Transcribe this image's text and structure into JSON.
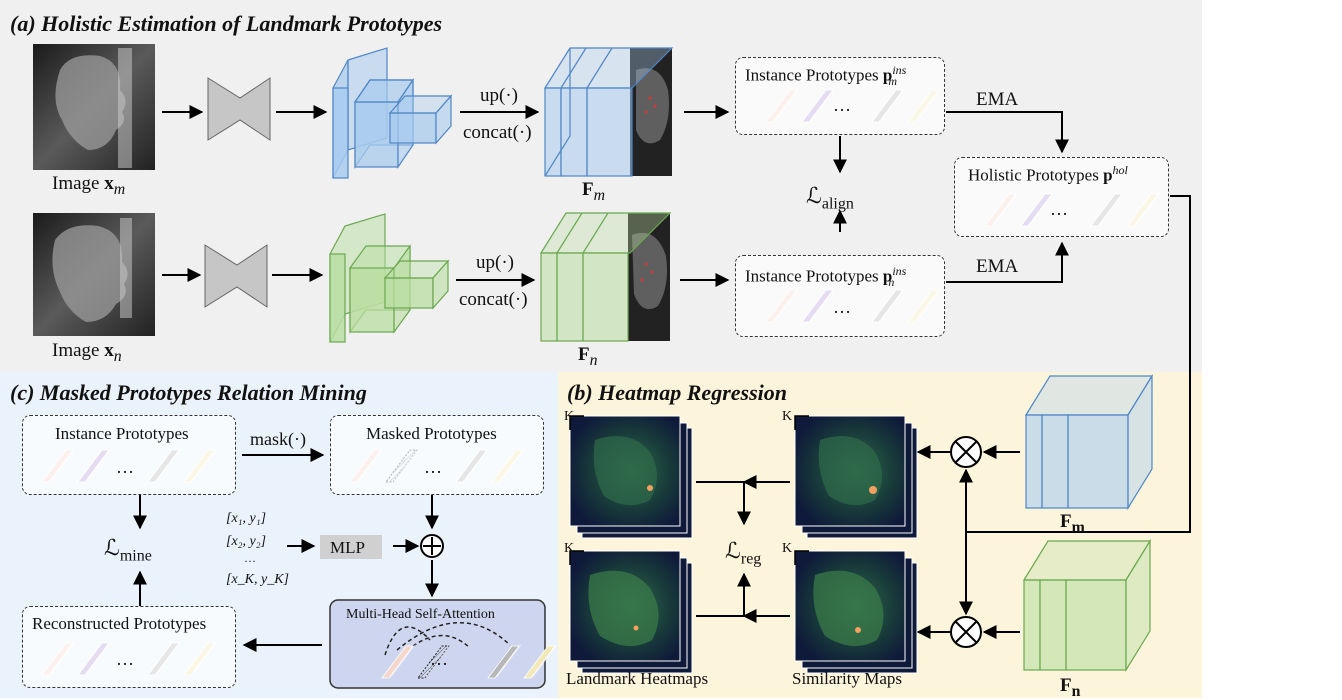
{
  "panels": {
    "a_title": "(a) Holistic Estimation of Landmark Prototypes",
    "b_title": "(b) Heatmap Regression",
    "c_title": "(c) Masked Prototypes Relation Mining"
  },
  "a": {
    "image_m_label": "Image",
    "image_m_var": "x",
    "image_m_sub": "m",
    "image_n_label": "Image",
    "image_n_var": "x",
    "image_n_sub": "n",
    "up_m": "up(·)",
    "concat_m": "concat(·)",
    "up_n": "up(·)",
    "concat_n": "concat(·)",
    "feat_m_var": "F",
    "feat_m_sub": "m",
    "feat_n_var": "F",
    "feat_n_sub": "n",
    "inst_m_label": "Instance Prototypes",
    "inst_m_var": "p",
    "inst_m_sub": "m",
    "inst_m_sup": "ins",
    "inst_n_label": "Instance Prototypes",
    "inst_n_var": "p",
    "inst_n_sub": "n",
    "inst_n_sup": "ins",
    "holistic_label": "Holistic Prototypes",
    "holistic_var": "p",
    "holistic_sup": "hol",
    "ema_top": "EMA",
    "ema_bottom": "EMA",
    "align_loss": "ℒ",
    "align_sub": "align",
    "ellipsis": "…"
  },
  "b": {
    "k1": "K",
    "k2": "K",
    "k3": "K",
    "k4": "K",
    "reg_loss": "ℒ",
    "reg_sub": "reg",
    "landmark_heatmaps": "Landmark Heatmaps",
    "similarity_maps": "Similarity Maps",
    "feat_m_var": "F",
    "feat_m_sub": "m",
    "feat_n_var": "F",
    "feat_n_sub": "n"
  },
  "c": {
    "instance_label": "Instance Prototypes",
    "mask_op": "mask(·)",
    "masked_label": "Masked Prototypes",
    "mine_loss": "ℒ",
    "mine_sub": "mine",
    "coord1": "[x₁, y₁]",
    "coord2": "[x₂, y₂]",
    "coord_dots": "···",
    "coordK": "[x_K, y_K]",
    "mlp": "MLP",
    "mhsa": "Multi-Head Self-Attention",
    "reconstructed_label": "Reconstructed Prototypes",
    "ellipsis": "…"
  },
  "colors": {
    "panel_a_bg": "#f0f0f0",
    "panel_b_bg": "#fdf4dc",
    "panel_c_bg": "#eaf2fb",
    "blue": "#a8cbee",
    "blue_edge": "#4f86c6",
    "green": "#b9dea2",
    "green_edge": "#6aa84f",
    "proto_pink": "#f5d6cc",
    "proto_purple": "#b79ad9",
    "proto_gray": "#b8b8b8",
    "proto_yellow": "#f3e8b8",
    "mhsa_fill": "#cdd6ee"
  }
}
